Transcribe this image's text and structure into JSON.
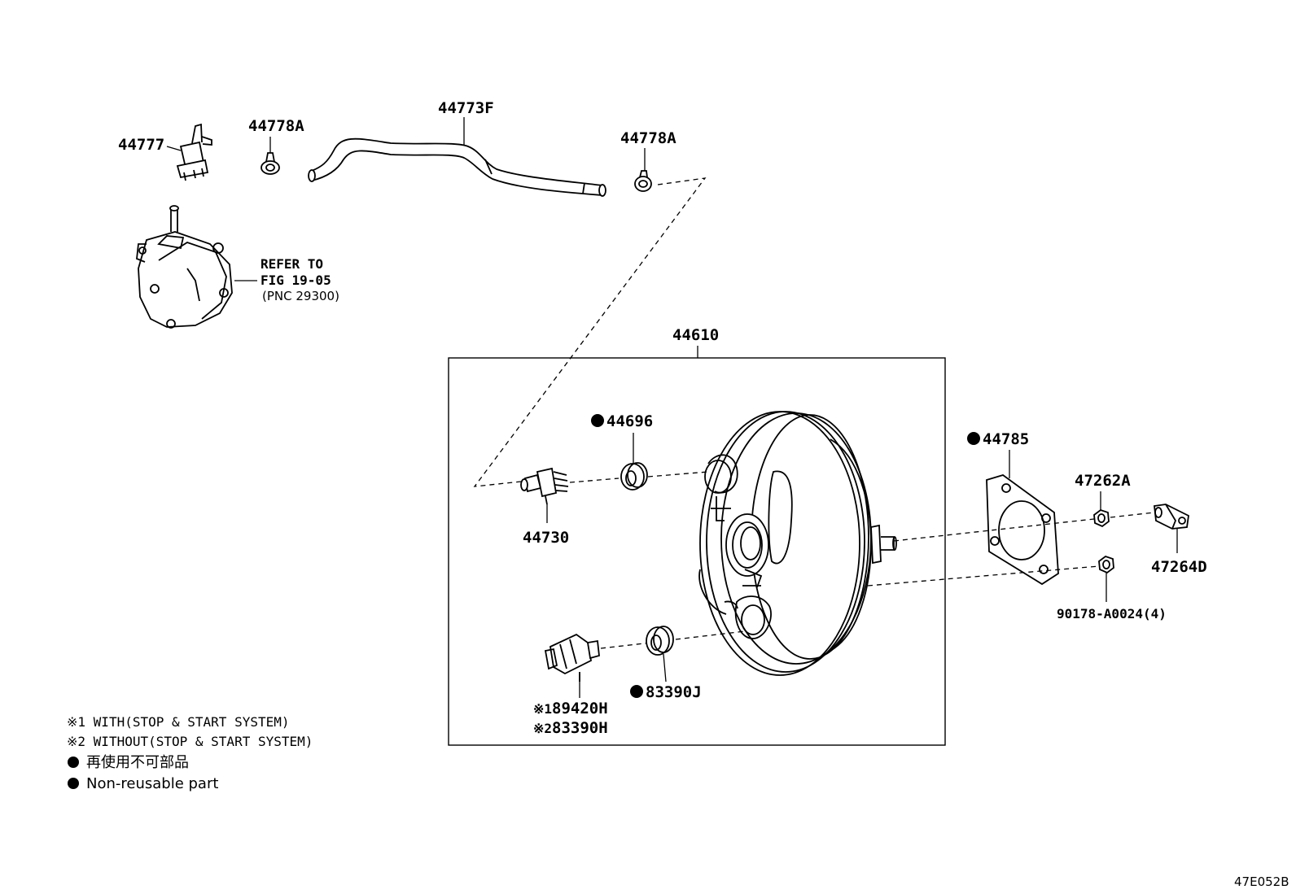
{
  "parts": {
    "p44777": "44777",
    "p44778a_left": "44778A",
    "p44773f": "44773F",
    "p44778a_right": "44778A",
    "p44610": "44610",
    "p44696": "44696",
    "p44730": "44730",
    "p44785": "44785",
    "p47262a": "47262A",
    "p47264d": "47264D",
    "p90178": "90178-A0024(4)",
    "p89420h": "89420H",
    "p83390h": "83390H",
    "p83390j": "83390J"
  },
  "refer": {
    "line1": "REFER TO",
    "line2": "FIG 19-05",
    "line3": "(PNC 29300)"
  },
  "prefix": {
    "with_mark": "※1",
    "without_mark": "※2"
  },
  "notes": {
    "with_system": "※1 WITH(STOP & START SYSTEM)",
    "without_system": "※2 WITHOUT(STOP & START SYSTEM)",
    "non_reusable_jp": "再使用不可部品",
    "non_reusable_en": "Non-reusable part"
  },
  "figure_code": "47E052B",
  "colors": {
    "ink": "#000000",
    "background": "#ffffff"
  }
}
